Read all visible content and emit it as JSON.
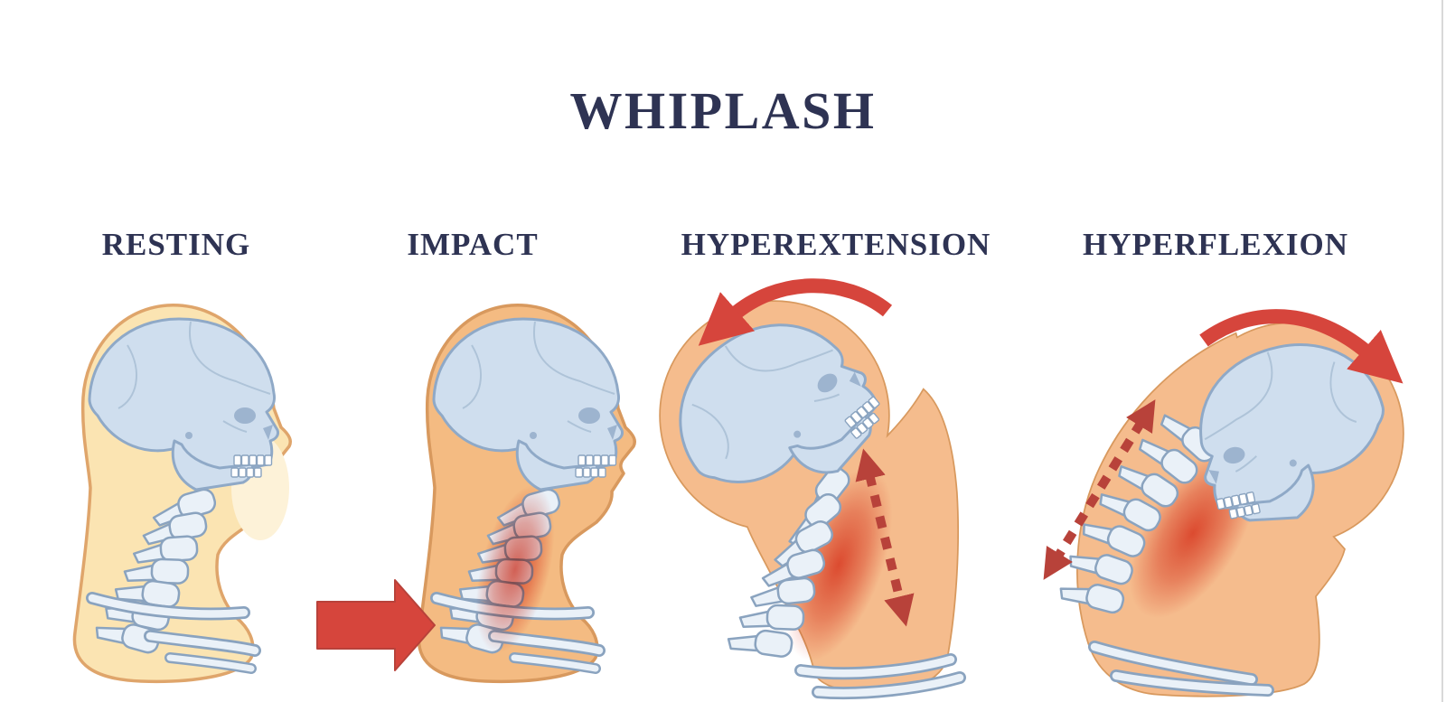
{
  "title": "WHIPLASH",
  "panels": [
    {
      "stage": "resting",
      "label": "RESTING",
      "figure": "upright head and neck skeleton",
      "arrows": []
    },
    {
      "stage": "impact",
      "label": "IMPACT",
      "figure": "upright head and neck skeleton with strained spine",
      "arrows": [
        "impact-force-arrow-right"
      ]
    },
    {
      "stage": "hyperextension",
      "label": "HYPEREXTENSION",
      "figure": "head tilted backward with strained neck",
      "arrows": [
        "curved-backward-rotation-arrow",
        "dashed-double-arrow-front-of-neck"
      ]
    },
    {
      "stage": "hyperflexion",
      "label": "HYPERFLEXION",
      "figure": "head bent forward with strained neck",
      "arrows": [
        "curved-forward-rotation-arrow",
        "dashed-double-arrow-back-of-neck"
      ]
    }
  ],
  "colors": {
    "background": "#ffffff",
    "title_text": "#2e3353",
    "arrow_red": "#d6453c",
    "arrow_red_dark": "#b8423a",
    "c_skin_pale": "#fbe4b2",
    "c_skin_pale_outline": "#dfa56b",
    "skin_orange": "#f4bb82",
    "skin_orange_outline": "#d8995e",
    "skin_salmon": "#f5bc8d",
    "c_face_highlight": "#fdf2d8",
    "skull": "#cfdeee",
    "skull_edge": "#8fa9c7",
    "skull_shadow": "#9db4cf",
    "suture": "#aec3d8",
    "bone": "#eaf1f8",
    "bone_edge": "#8aa3bf",
    "inflammation": "#e04a38",
    "edge_line": "#d9d9d9"
  }
}
